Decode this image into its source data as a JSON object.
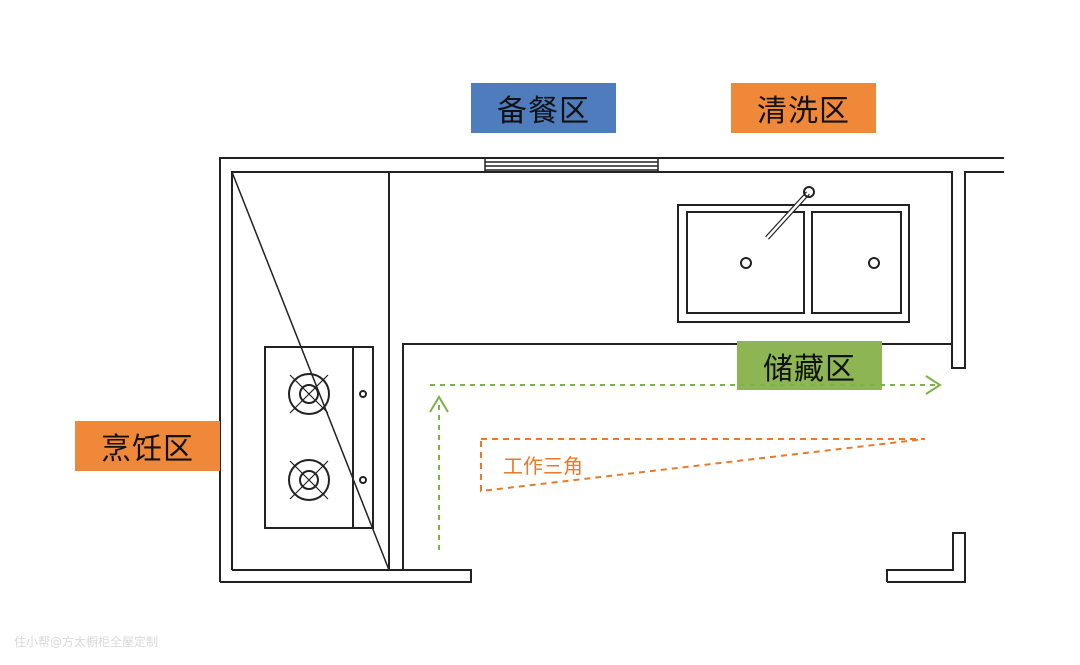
{
  "zones": {
    "prep": {
      "label": "备餐区",
      "color": "#4e7cbd"
    },
    "wash": {
      "label": "清洗区",
      "color": "#f0883a"
    },
    "storage": {
      "label": "储藏区",
      "color": "#8db554"
    },
    "cook": {
      "label": "烹饪区",
      "color": "#f0883a"
    }
  },
  "work_triangle": {
    "label": "工作三角",
    "color": "#e87a2a"
  },
  "flow_arrow_color": "#7cb342",
  "wall_color": "#222222",
  "watermark": "住小帮@方太橱柜全屋定制"
}
